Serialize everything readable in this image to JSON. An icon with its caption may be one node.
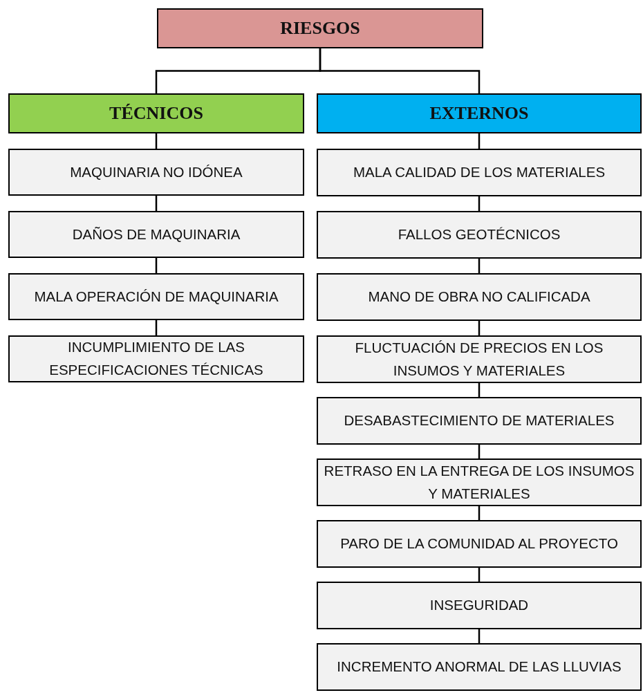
{
  "diagram": {
    "nodes": [
      {
        "text": [
          "RIESGOS"
        ]
      },
      {
        "text": [
          "TÉCNICOS"
        ]
      },
      {
        "text": [
          "EXTERNOS"
        ]
      },
      {
        "text": [
          "MAQUINARIA NO IDÓNEA"
        ]
      },
      {
        "text": [
          "DAÑOS DE MAQUINARIA"
        ]
      },
      {
        "text": [
          "MALA OPERACIÓN DE MAQUINARIA"
        ]
      },
      {
        "text": [
          "INCUMPLIMIENTO DE LAS ESPECIFICACIONES TÉCNICAS"
        ]
      },
      {
        "text": [
          "MALA CALIDAD DE LOS MATERIALES"
        ]
      },
      {
        "text": [
          "FALLOS GEOTÉCNICOS"
        ]
      },
      {
        "text": [
          "MANO DE OBRA NO CALIFICADA"
        ]
      },
      {
        "text": [
          "FLUCTUACIÓN DE PRECIOS EN LOS INSUMOS Y MATERIALES"
        ]
      },
      {
        "text": [
          "DESABASTECIMIENTO DE MATERIALES"
        ]
      },
      {
        "text": [
          "RETRASO EN LA ENTREGA DE LOS INSUMOS Y MATERIALES"
        ]
      },
      {
        "text": [
          "PARO DE LA COMUNIDAD AL PROYECTO"
        ]
      },
      {
        "text": [
          "INSEGURIDAD"
        ]
      },
      {
        "text": [
          "INCREMENTO ANORMAL DE LAS LLUVIAS"
        ]
      }
    ],
    "edges": [
      {
        "from": 0,
        "to": 1,
        "arrow": "none"
      },
      {
        "from": 0,
        "to": 2,
        "arrow": "none"
      },
      {
        "from": 1,
        "to": 3,
        "arrow": "none"
      },
      {
        "from": 3,
        "to": 4,
        "arrow": "none"
      },
      {
        "from": 4,
        "to": 5,
        "arrow": "none"
      },
      {
        "from": 5,
        "to": 6,
        "arrow": "none"
      },
      {
        "from": 2,
        "to": 7,
        "arrow": "none"
      },
      {
        "from": 7,
        "to": 8,
        "arrow": "none"
      },
      {
        "from": 8,
        "to": 9,
        "arrow": "none"
      },
      {
        "from": 9,
        "to": 10,
        "arrow": "none"
      },
      {
        "from": 10,
        "to": 11,
        "arrow": "none"
      },
      {
        "from": 11,
        "to": 12,
        "arrow": "none"
      },
      {
        "from": 12,
        "to": 13,
        "arrow": "none"
      },
      {
        "from": 13,
        "to": 14,
        "arrow": "none"
      },
      {
        "from": 14,
        "to": 15,
        "arrow": "none"
      }
    ]
  }
}
